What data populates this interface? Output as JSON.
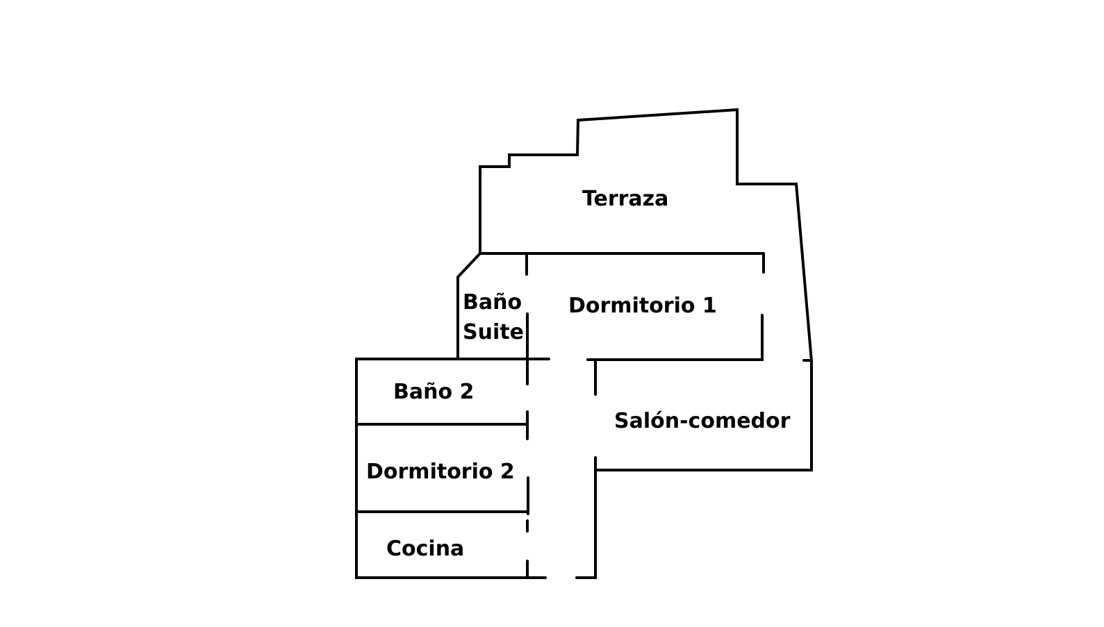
{
  "floor_plan": {
    "rooms": {
      "terraza": "Terraza",
      "bano_suite_line1": "Baño",
      "bano_suite_line2": "Suite",
      "dormitorio_1": "Dormitorio 1",
      "bano_2": "Baño 2",
      "salon_comedor": "Salón-comedor",
      "dormitorio_2": "Dormitorio 2",
      "cocina": "Cocina"
    },
    "wall_color": "#000000"
  }
}
